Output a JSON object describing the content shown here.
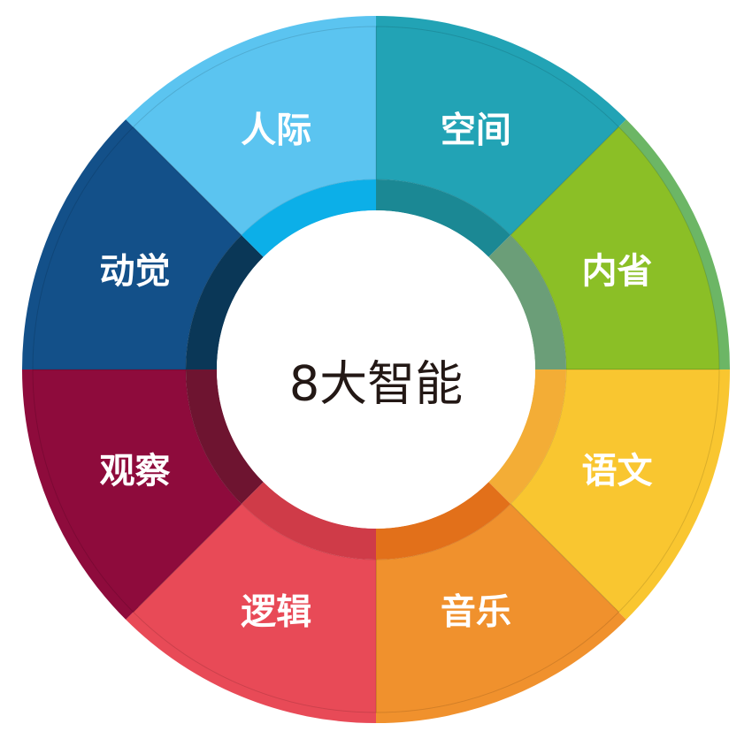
{
  "center_title": "8大智能",
  "segments": [
    {
      "label": "空间",
      "color": "#22a3b5",
      "band": "#1b8894"
    },
    {
      "label": "内省",
      "color": "#8bbf26",
      "band": "#6b9e78",
      "rim": "#6cb665"
    },
    {
      "label": "语文",
      "color": "#f9c630",
      "band": "#f3ad36"
    },
    {
      "label": "音乐",
      "color": "#f0912d",
      "band": "#e2701a"
    },
    {
      "label": "逻辑",
      "color": "#e84a57",
      "band": "#cf3b48"
    },
    {
      "label": "观察",
      "color": "#8e0b3c",
      "band": "#6e1430"
    },
    {
      "label": "动觉",
      "color": "#135089",
      "band": "#0a3757"
    },
    {
      "label": "人际",
      "color": "#5bc4f0",
      "band": "#0cafe8"
    }
  ]
}
